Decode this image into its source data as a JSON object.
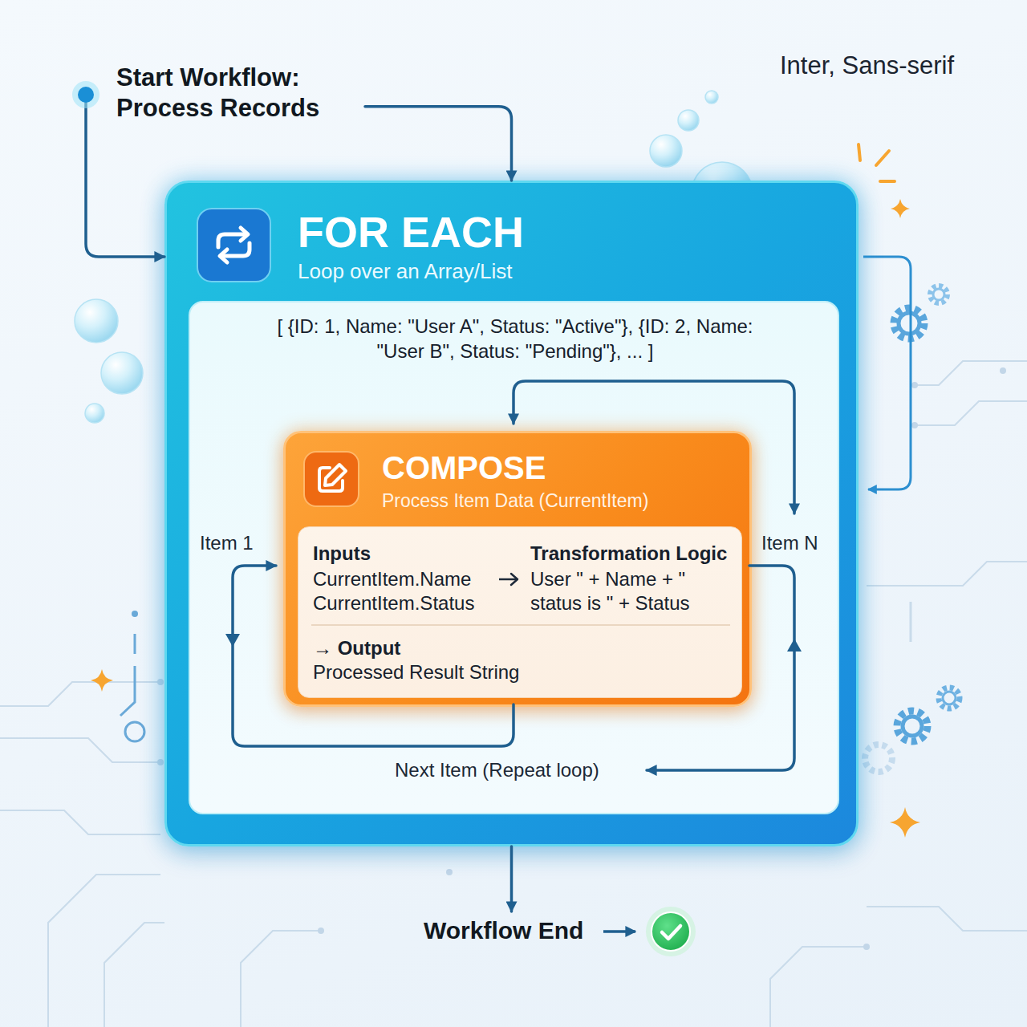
{
  "diagram": {
    "nodes": [
      {
        "text": [
          "Start Workflow: Process Records"
        ]
      },
      {
        "text": [
          "FOR EACH",
          "Loop over an Array/List"
        ]
      },
      {
        "text": [
          "[ {ID: 1, Name: \"User A\", Status: \"Active\"}, {ID: 2, Name: \"User B\", Status: \"Pending\"}, ... ]"
        ],
        "in": 1
      },
      {
        "text": [
          "COMPOSE",
          "Process Item Data (CurrentItem)"
        ],
        "in": 2
      },
      {
        "text": [
          "Inputs",
          "CurrentItem.Name CurrentItem.Status",
          "Transformation Logic",
          "User \" + Name + \" status is \" + Status",
          "→ Output",
          "Processed Result String"
        ],
        "in": 3
      },
      {
        "text": [
          "Workflow End"
        ]
      }
    ],
    "edges": [
      {
        "from": 0,
        "to": 1,
        "arrow": "to"
      },
      {
        "from": 0,
        "to": 1,
        "arrow": "to"
      },
      {
        "from": 1,
        "to": 5,
        "arrow": "to"
      }
    ],
    "labels": [
      "Inter, Sans-serif",
      "Item 1",
      "Item N",
      "Next Item (Repeat loop)"
    ]
  }
}
